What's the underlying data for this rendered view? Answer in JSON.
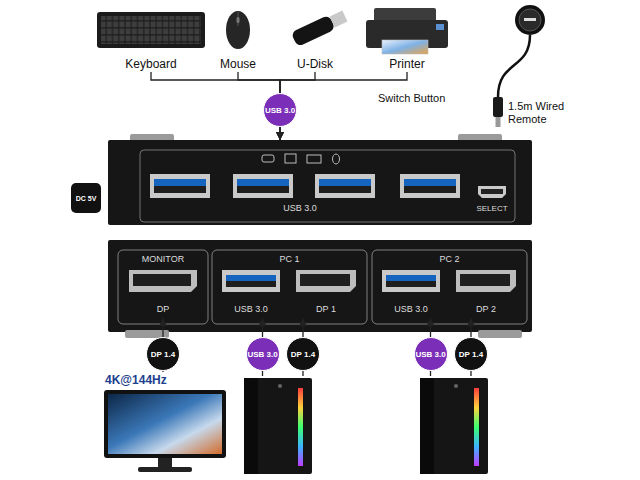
{
  "diagram": {
    "nodes": [
      {
        "text": [
          "Keyboard"
        ]
      },
      {
        "text": [
          "Mouse"
        ]
      },
      {
        "text": [
          "U-Disk"
        ]
      },
      {
        "text": [
          "Printer"
        ]
      },
      {
        "text": [
          "USB 3.0"
        ]
      },
      {
        "text": [
          "SELECT"
        ],
        "in": 4
      },
      {
        "text": [
          "MONITOR"
        ]
      },
      {
        "text": [
          "DP"
        ],
        "in": 6
      },
      {
        "text": [
          "PC 1"
        ]
      },
      {
        "text": [
          "USB 3.0"
        ],
        "in": 8
      },
      {
        "text": [
          "DP 1"
        ],
        "in": 8
      },
      {
        "text": [
          "PC 2"
        ]
      },
      {
        "text": [
          "USB 3.0"
        ],
        "in": 11
      },
      {
        "text": [
          "DP 2"
        ],
        "in": 11
      },
      {
        "text": [
          "4K@144Hz"
        ]
      },
      {
        "text": []
      },
      {
        "text": []
      }
    ],
    "edges": [
      {
        "from": 0,
        "to": 4,
        "arrow": "to"
      },
      {
        "from": 1,
        "to": 4,
        "arrow": "to"
      },
      {
        "from": 2,
        "to": 4,
        "arrow": "to",
        "label": "USB 3.0"
      },
      {
        "from": 3,
        "to": 4,
        "arrow": "to"
      },
      {
        "from": 14,
        "to": 7,
        "arrow": "to",
        "label": "DP 1.4"
      },
      {
        "from": 15,
        "to": 9,
        "arrow": "to",
        "label": "USB 3.0"
      },
      {
        "from": 15,
        "to": 10,
        "arrow": "to",
        "label": "DP 1.4"
      },
      {
        "from": 16,
        "to": 12,
        "arrow": "to",
        "label": "USB 3.0"
      },
      {
        "from": 16,
        "to": 13,
        "arrow": "to",
        "label": "DP 1.4"
      }
    ],
    "labels": [
      "Switch Button",
      "1.5m Wired Remote",
      "DC 5V"
    ]
  }
}
